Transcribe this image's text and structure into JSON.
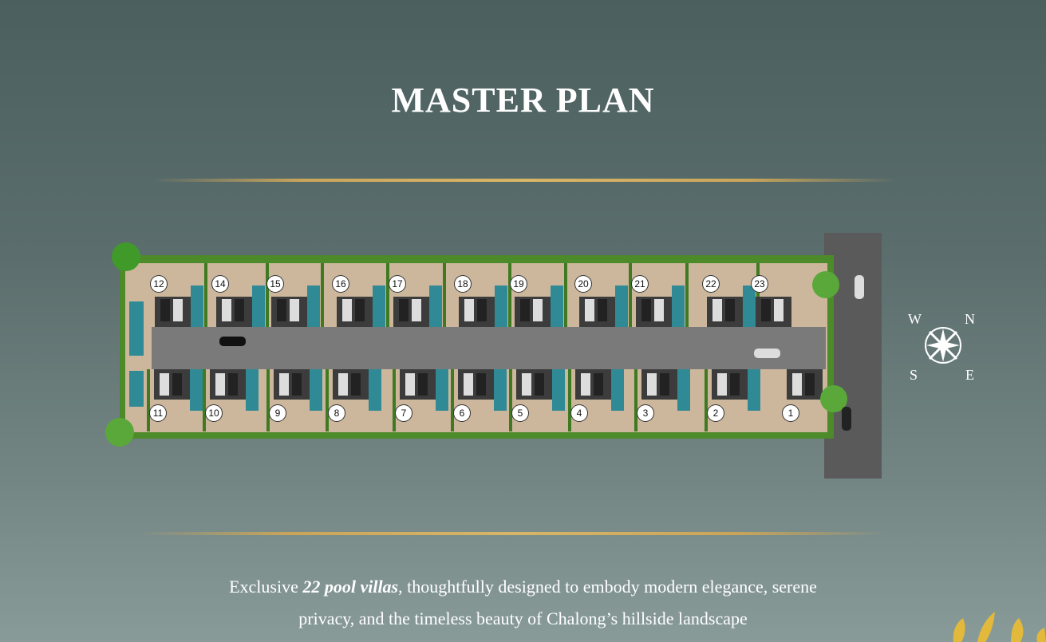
{
  "title": "MASTER PLAN",
  "compass": {
    "w": "W",
    "n": "N",
    "s": "S",
    "e": "E"
  },
  "villas": {
    "top": [
      "12",
      "14",
      "15",
      "16",
      "17",
      "18",
      "19",
      "20",
      "21",
      "22",
      "23"
    ],
    "bottom": [
      "11",
      "10",
      "9",
      "8",
      "7",
      "6",
      "5",
      "4",
      "3",
      "2",
      "1"
    ]
  },
  "caption": {
    "pre": "Exclusive ",
    "bold": "22 pool villas",
    "post": ", thoughtfully designed to embody modern elegance, serene",
    "line2": "privacy, and the timeless beauty of Chalong’s hillside landscape"
  },
  "colors": {
    "gold": "#c9a55a",
    "pool": "#2f8a95",
    "hedge": "#4d8a2a",
    "road": "#6f6f6f",
    "deck": "#cdb79c"
  }
}
